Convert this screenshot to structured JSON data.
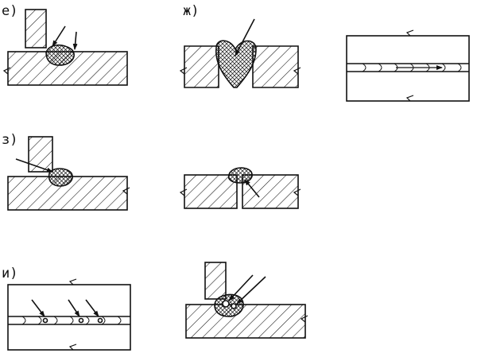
{
  "labels": {
    "e": "е)",
    "zh": "ж)",
    "z": "з)",
    "i": "и)"
  },
  "colors": {
    "ink": "#111111",
    "background": "#ffffff"
  },
  "hatch_patterns": [
    "diagonal-hatch",
    "crosshatch-weld"
  ]
}
